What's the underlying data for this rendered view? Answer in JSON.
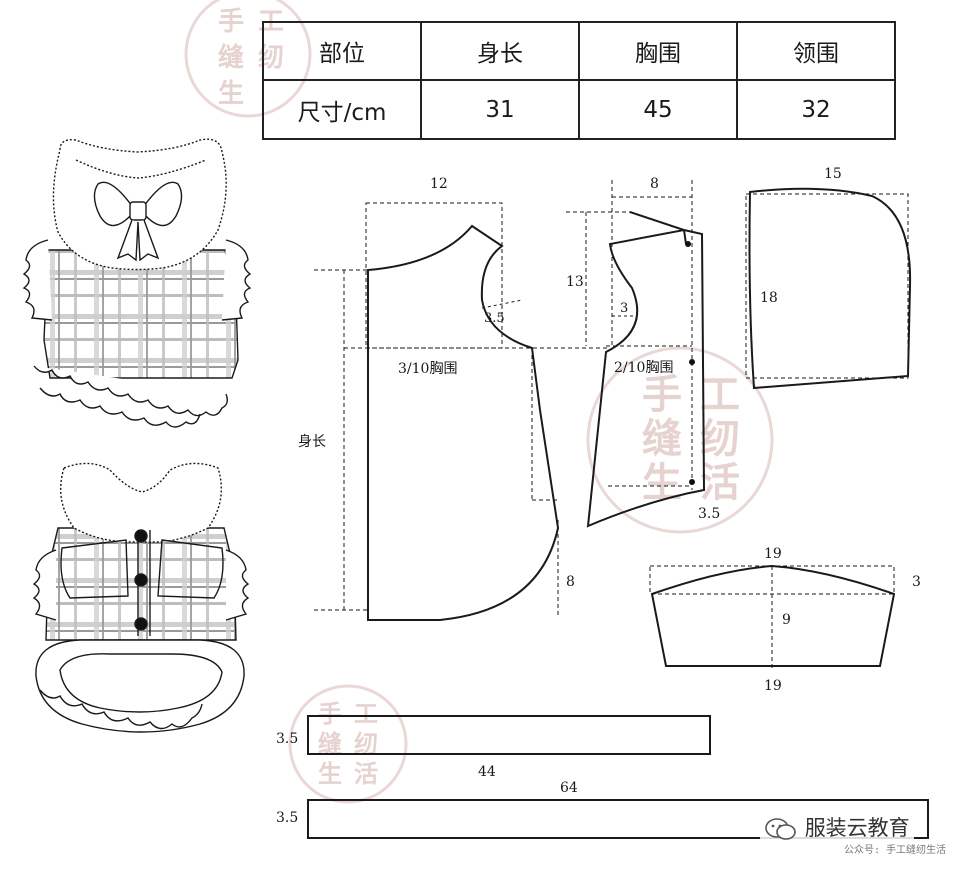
{
  "size_table": {
    "header": [
      "部位",
      "身长",
      "胸围",
      "领围"
    ],
    "row_label": "尺寸/cm",
    "values": [
      "31",
      "45",
      "32"
    ]
  },
  "front_pattern": {
    "width_label": "12",
    "chest_label": "3/10胸围",
    "armhole_label": "3.5",
    "length_label": "身长",
    "hem_drop_label": "8"
  },
  "back_pattern": {
    "width_label": "8",
    "height_label": "13",
    "armhole_label": "3",
    "chest_label": "2/10胸围",
    "hem_label": "3.5"
  },
  "hood_pattern": {
    "width_label": "15",
    "height_label": "18"
  },
  "collar_pattern": {
    "top_label": "19",
    "bottom_label": "19",
    "height_label": "9",
    "rise_label": "3"
  },
  "strip_short": {
    "height_label": "3.5",
    "length_label": "44"
  },
  "strip_long": {
    "height_label": "3.5",
    "length_label": "64"
  },
  "watermarks": {
    "seal_chars": [
      "手",
      "工",
      "缝",
      "纫",
      "生",
      "活"
    ],
    "brand": "服装云教育",
    "caption": "公众号: 手工缝纫生活"
  },
  "colors": {
    "ink": "#1a1a1a",
    "plaid_dark": "#8c8c8c",
    "plaid_light": "#c9c9c9",
    "watermark": "#e6d2cf"
  }
}
